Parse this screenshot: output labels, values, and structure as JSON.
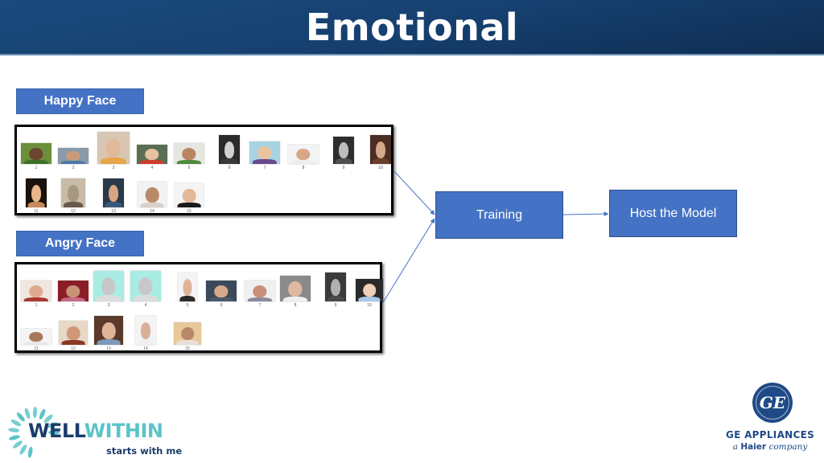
{
  "header": {
    "title": "Emotional"
  },
  "groups": [
    {
      "id": "happy",
      "label": "Happy Face",
      "thumbnails": [
        {
          "number": "1",
          "bg": "#6b8f3a",
          "skin": "#6b4630",
          "clothing": "#3d6e2a"
        },
        {
          "number": "2",
          "bg": "#8a9aa8",
          "skin": "#c89a7c",
          "clothing": "#4a78a6"
        },
        {
          "number": "3",
          "bg": "#d8c6b2",
          "skin": "#e0b89a",
          "clothing": "#e8a64a"
        },
        {
          "number": "4",
          "bg": "#5a6e54",
          "skin": "#e6c2a0",
          "clothing": "#d23a2e"
        },
        {
          "number": "5",
          "bg": "#e6e6e0",
          "skin": "#b98560",
          "clothing": "#4f8a3c"
        },
        {
          "number": "6",
          "bg": "#2a2a2a",
          "skin": "#d0d0d0",
          "clothing": "#3a3a3a"
        },
        {
          "number": "7",
          "bg": "#a8d4e2",
          "skin": "#e9c49e",
          "clothing": "#6a4a8a"
        },
        {
          "number": "8",
          "bg": "#f4f4f4",
          "skin": "#d6a888",
          "clothing": "#eeeeee"
        },
        {
          "number": "9",
          "bg": "#2e2e2e",
          "skin": "#bdbdbd",
          "clothing": "#505050"
        },
        {
          "number": "10",
          "bg": "#4a2e22",
          "skin": "#d4a98a",
          "clothing": "#6a3e2a"
        },
        {
          "number": "11",
          "bg": "#1a120c",
          "skin": "#e8b88a",
          "clothing": "#c88a5a"
        },
        {
          "number": "12",
          "bg": "#c8bca8",
          "skin": "#a89880",
          "clothing": "#6a5a4a"
        },
        {
          "number": "13",
          "bg": "#2a3a4a",
          "skin": "#d8a482",
          "clothing": "#3a5a7a"
        },
        {
          "number": "14",
          "bg": "#f2f2f2",
          "skin": "#b88a68",
          "clothing": "#d8d0c8"
        },
        {
          "number": "15",
          "bg": "#f4f4f4",
          "skin": "#e2b898",
          "clothing": "#1a1a1a"
        }
      ]
    },
    {
      "id": "angry",
      "label": "Angry Face",
      "thumbnails": [
        {
          "number": "1",
          "bg": "#f0e6e0",
          "skin": "#e0aa90",
          "clothing": "#a83a32"
        },
        {
          "number": "2",
          "bg": "#8a1e26",
          "skin": "#c89478",
          "clothing": "#c86a88"
        },
        {
          "number": "3",
          "bg": "#a8ece4",
          "skin": "#c8c8c8",
          "clothing": "#dcdcdc"
        },
        {
          "number": "4",
          "bg": "#a8ece4",
          "skin": "#c8c8c8",
          "clothing": "#dcdcdc"
        },
        {
          "number": "5",
          "bg": "#f4f4f4",
          "skin": "#e0b49a",
          "clothing": "#2a2a2a"
        },
        {
          "number": "6",
          "bg": "#3a4a5a",
          "skin": "#d8a888",
          "clothing": "#4a5a6a"
        },
        {
          "number": "7",
          "bg": "#f0f0f0",
          "skin": "#c8907a",
          "clothing": "#8a8a9a"
        },
        {
          "number": "8",
          "bg": "#8a8a8a",
          "skin": "#e0b8a0",
          "clothing": "#f0f0f0"
        },
        {
          "number": "9",
          "bg": "#3a3a3a",
          "skin": "#b0b0b0",
          "clothing": "#4a4a4a"
        },
        {
          "number": "10",
          "bg": "#2a2a2a",
          "skin": "#f0d0b8",
          "clothing": "#a8c8e8"
        },
        {
          "number": "11",
          "bg": "#f4f4f4",
          "skin": "#a8785a",
          "clothing": "#e8e8e8"
        },
        {
          "number": "12",
          "bg": "#e8d8c8",
          "skin": "#d09878",
          "clothing": "#8a3a22"
        },
        {
          "number": "13",
          "bg": "#5a3a2a",
          "skin": "#e0b498",
          "clothing": "#7a9ab8"
        },
        {
          "number": "14",
          "bg": "#f4f4f4",
          "skin": "#d8b098",
          "clothing": "#f0f0f0"
        },
        {
          "number": "15",
          "bg": "#e8c89a",
          "skin": "#b8886a",
          "clothing": "#e8e0d8"
        }
      ]
    }
  ],
  "flow": {
    "training_label": "Training",
    "host_label": "Host the Model"
  },
  "logos": {
    "wellwithin": {
      "word1": "WELL",
      "word2": "WITHIN",
      "tagline": "starts with me"
    },
    "ge": {
      "monogram": "GE",
      "name": "GE APPLIANCES",
      "sub_prefix": "a",
      "sub_brand": "Haier",
      "sub_suffix": "company"
    }
  },
  "colors": {
    "header_bg": "#164070",
    "accent_blue": "#4472c4",
    "connector": "#4472c4",
    "wellwithin_navy": "#1b3d6b",
    "wellwithin_teal": "#5cc4c8",
    "ge_blue": "#1f4a88"
  }
}
